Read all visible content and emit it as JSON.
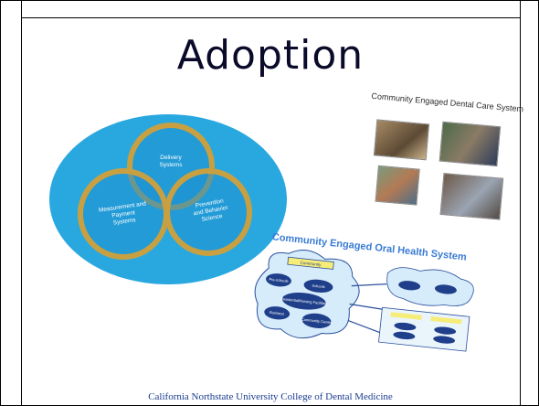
{
  "title": "Adoption",
  "venn": {
    "circles": [
      "Delivery Systems",
      "Measurement and Payment Systems",
      "Prevention and Behavior Science"
    ]
  },
  "photos": {
    "title": "Community Engaged Dental Care System"
  },
  "system": {
    "title": "Community Engaged Oral Health System",
    "nodes": [
      "Community",
      "Pre-schools",
      "Schools",
      "Residential/Nursing Facilities",
      "Business",
      "Community Center"
    ]
  },
  "footer": "California Northstate University College of Dental Medicine",
  "colors": {
    "venn_bg": "#29a8e0",
    "ring": "#c9a041",
    "ring_fill": "#1f8fcf",
    "cloud_dark": "#1f3f8a",
    "cloud_light": "#d6ecfa"
  }
}
